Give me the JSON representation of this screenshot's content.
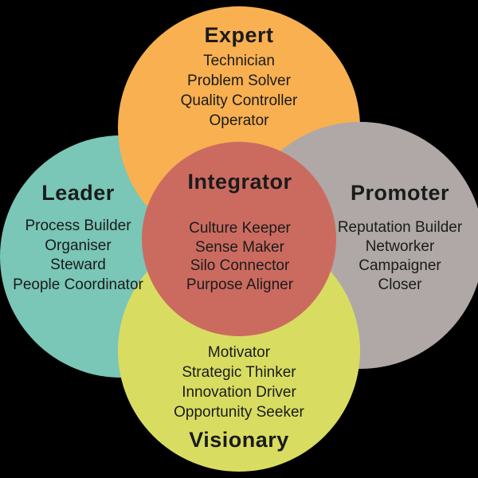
{
  "colors": {
    "background": "#000000",
    "expert": "#F8B051",
    "leader": "#7AC6B7",
    "promoter": "#AFA8A7",
    "visionary": "#D8DD62",
    "integrator": "#CB6B60",
    "text": "#1B1B1B"
  },
  "sections": {
    "expert": {
      "label": "Expert",
      "items": [
        "Technician",
        "Problem Solver",
        "Quality Controller",
        "Operator"
      ]
    },
    "leader": {
      "label": "Leader",
      "items": [
        "Process Builder",
        "Organiser",
        "Steward",
        "People Coordinator"
      ]
    },
    "integrator": {
      "label": "Integrator",
      "items": [
        "Culture Keeper",
        "Sense Maker",
        "Silo Connector",
        "Purpose Aligner"
      ]
    },
    "promoter": {
      "label": "Promoter",
      "items": [
        "Reputation Builder",
        "Networker",
        "Campaigner",
        "Closer"
      ]
    },
    "visionary": {
      "label": "Visionary",
      "items": [
        "Motivator",
        "Strategic Thinker",
        "Innovation Driver",
        "Opportunity Seeker"
      ]
    }
  }
}
